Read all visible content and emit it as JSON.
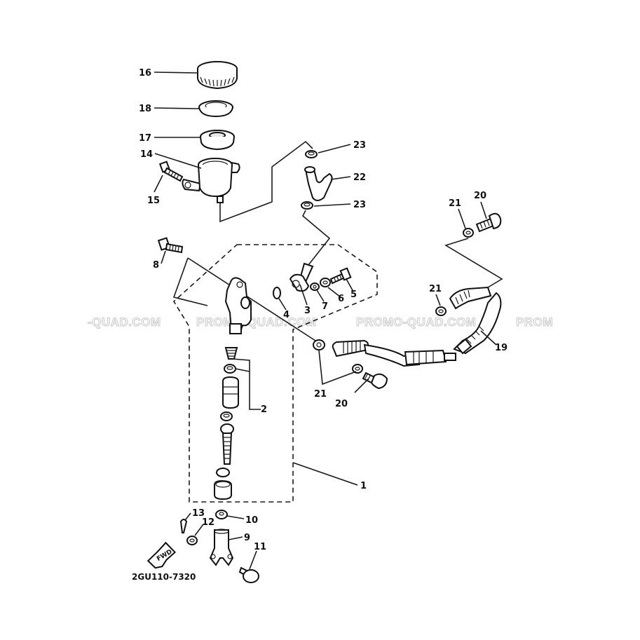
{
  "diagram": {
    "part_code": "2GU110-7320",
    "fwd_label": "FWD",
    "watermarks": [
      "-QUAD.COM",
      "PROMO-QUAD.COM",
      "PROMO-QUAD.COM",
      "PROM"
    ],
    "callouts": [
      {
        "id": "16",
        "text": "16"
      },
      {
        "id": "18",
        "text": "18"
      },
      {
        "id": "17",
        "text": "17"
      },
      {
        "id": "14",
        "text": "14"
      },
      {
        "id": "15",
        "text": "15"
      },
      {
        "id": "23a",
        "text": "23"
      },
      {
        "id": "22",
        "text": "22"
      },
      {
        "id": "23b",
        "text": "23"
      },
      {
        "id": "8",
        "text": "8"
      },
      {
        "id": "4",
        "text": "4"
      },
      {
        "id": "3",
        "text": "3"
      },
      {
        "id": "7",
        "text": "7"
      },
      {
        "id": "6",
        "text": "6"
      },
      {
        "id": "5",
        "text": "5"
      },
      {
        "id": "2",
        "text": "2"
      },
      {
        "id": "1",
        "text": "1"
      },
      {
        "id": "21a",
        "text": "21"
      },
      {
        "id": "20a",
        "text": "20"
      },
      {
        "id": "21b",
        "text": "21"
      },
      {
        "id": "19",
        "text": "19"
      },
      {
        "id": "21c",
        "text": "21"
      },
      {
        "id": "20b",
        "text": "20"
      },
      {
        "id": "13",
        "text": "13"
      },
      {
        "id": "12",
        "text": "12"
      },
      {
        "id": "10",
        "text": "10"
      },
      {
        "id": "9",
        "text": "9"
      },
      {
        "id": "11",
        "text": "11"
      }
    ]
  }
}
